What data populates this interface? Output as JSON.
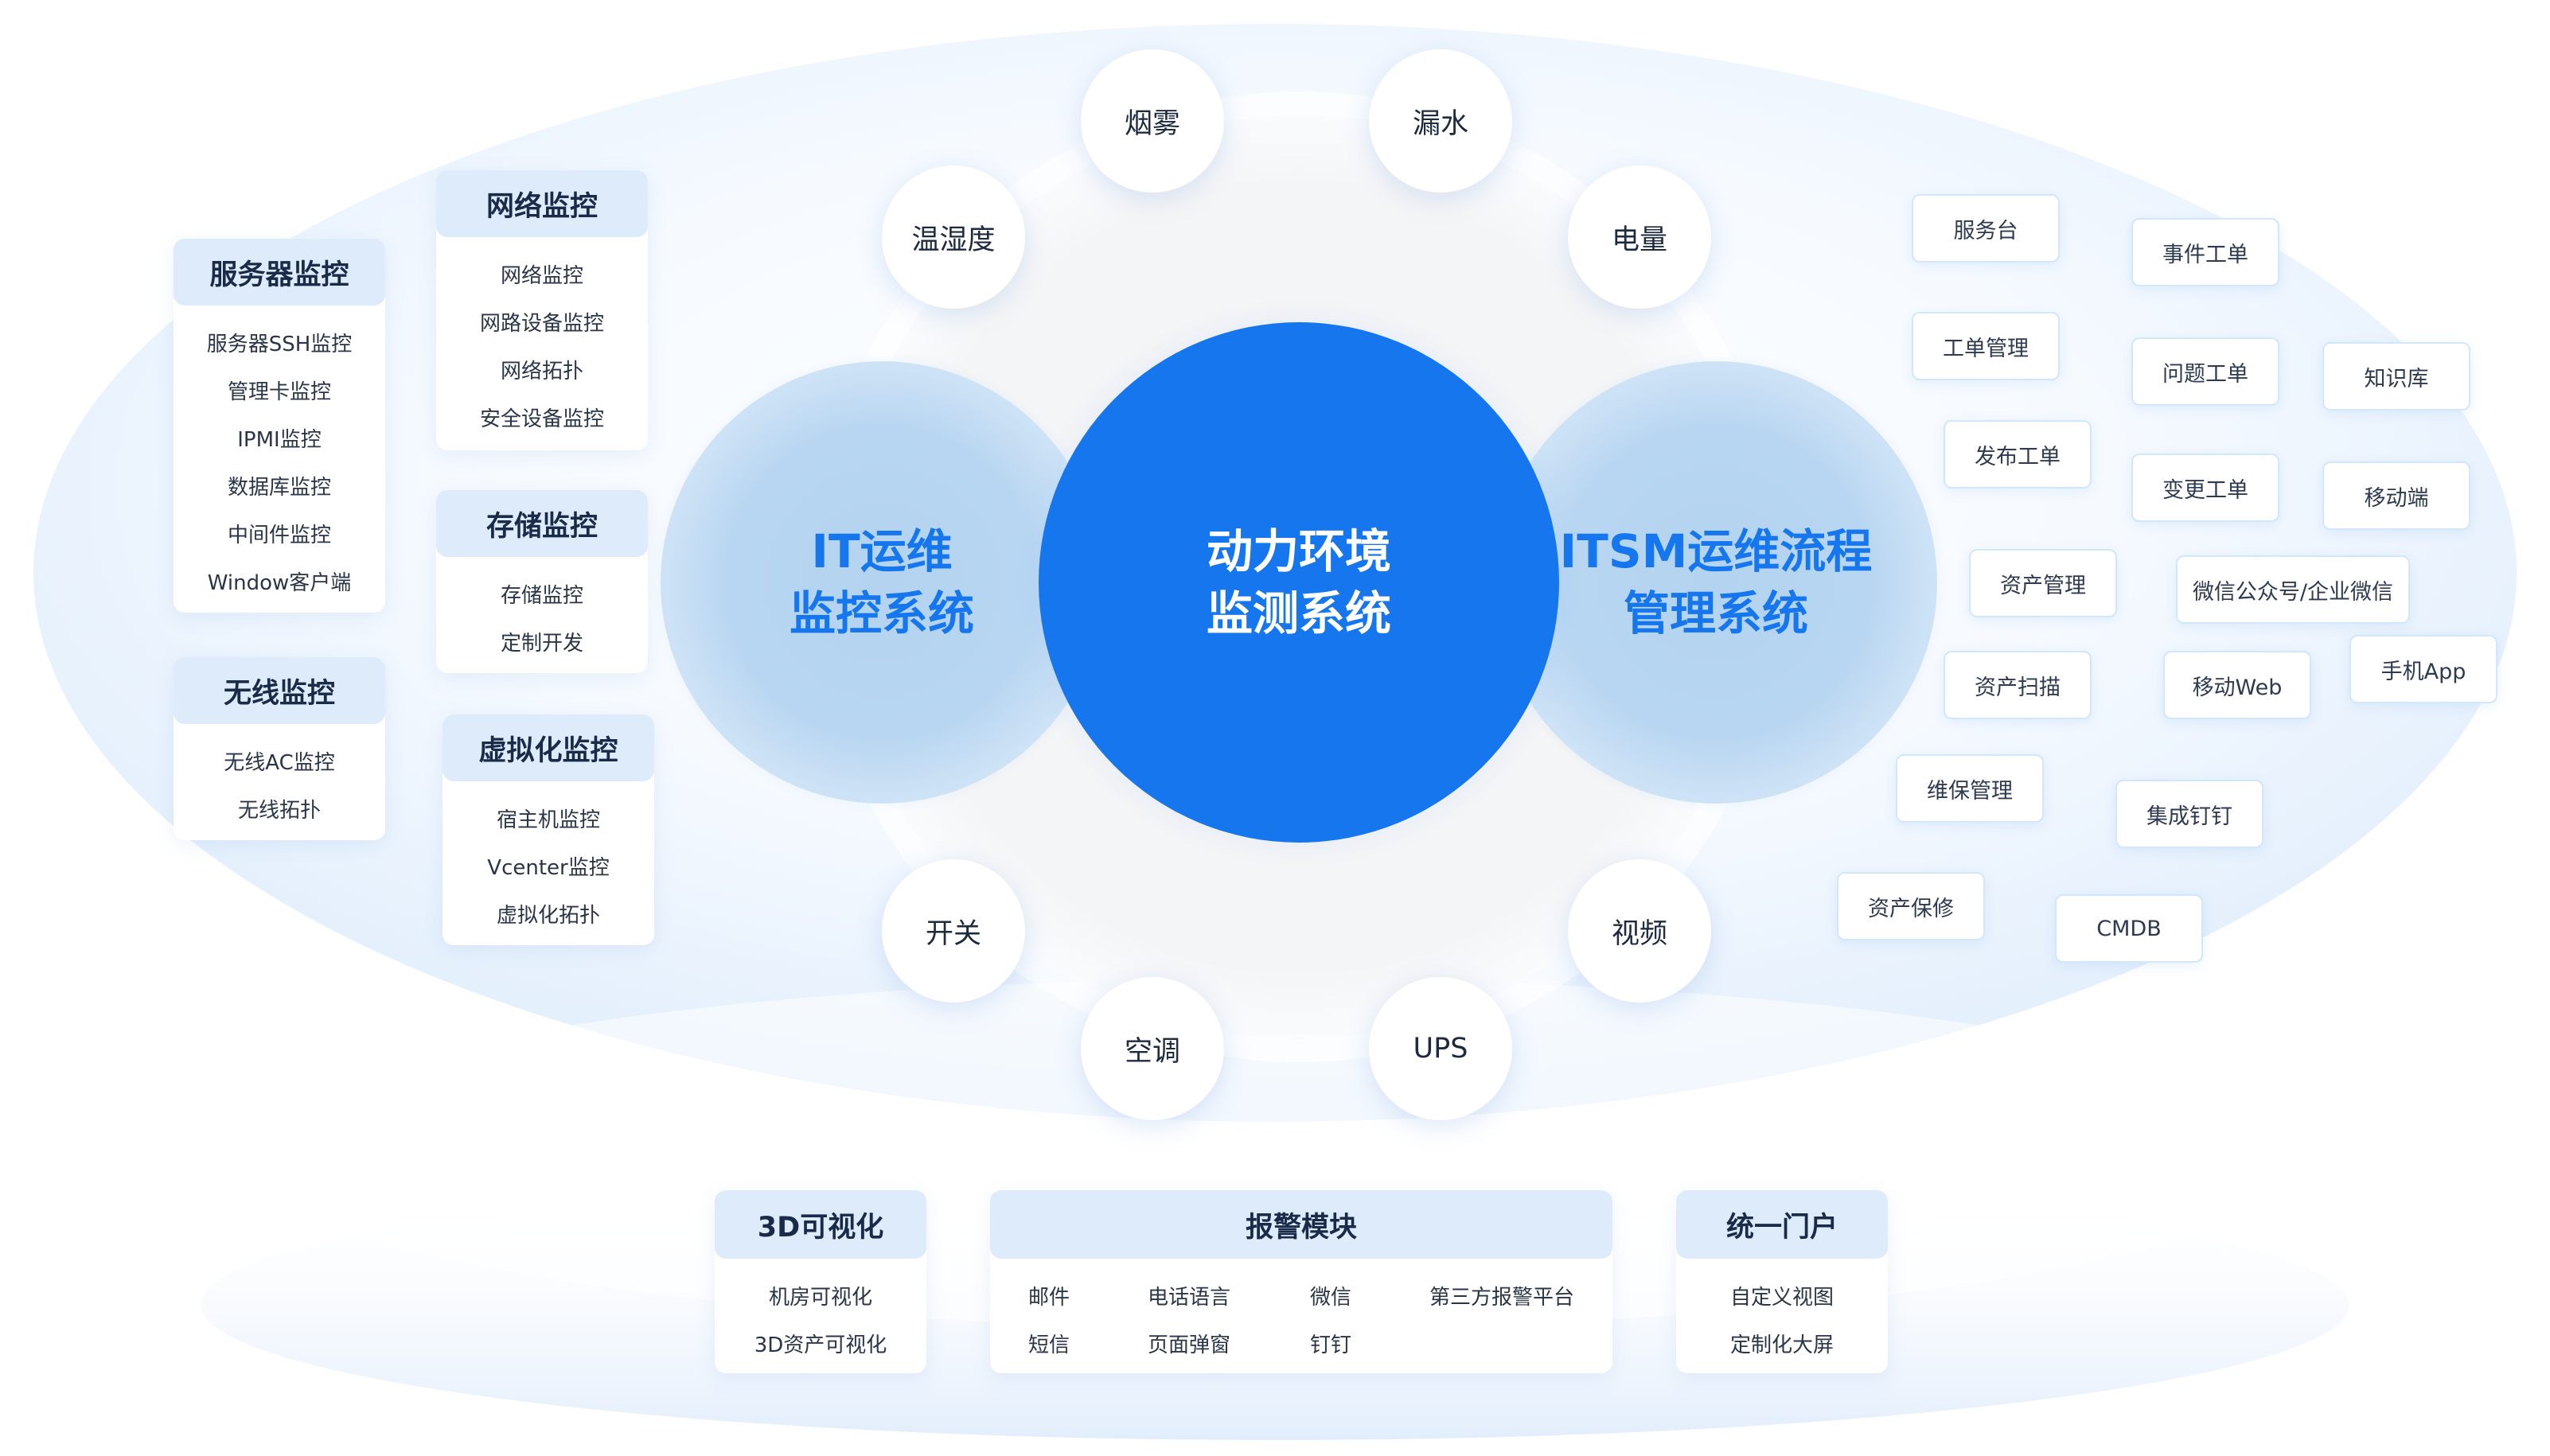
{
  "left_groups": {
    "server": {
      "title": "服务器监控",
      "items": [
        "服务器SSH监控",
        "管理卡监控",
        "IPMI监控",
        "数据库监控",
        "中间件监控",
        "Window客户端"
      ]
    },
    "wireless": {
      "title": "无线监控",
      "items": [
        "无线AC监控",
        "无线拓扑"
      ]
    },
    "network": {
      "title": "网络监控",
      "items": [
        "网络监控",
        "网路设备监控",
        "网络拓扑",
        "安全设备监控"
      ]
    },
    "storage": {
      "title": "存储监控",
      "items": [
        "存储监控",
        "定制开发"
      ]
    },
    "virtualization": {
      "title": "虚拟化监控",
      "items": [
        "宿主机监控",
        "Vcenter监控",
        "虚拟化拓扑"
      ]
    }
  },
  "core": {
    "left": {
      "line1": "IT运维",
      "line2": "监控系统"
    },
    "center": {
      "line1": "动力环境",
      "line2": "监测系统"
    },
    "right": {
      "line1": "ITSM运维流程",
      "line2": "管理系统"
    }
  },
  "sensors": [
    "烟雾",
    "漏水",
    "温湿度",
    "电量",
    "开关",
    "视频",
    "空调",
    "UPS"
  ],
  "itsm_tags": [
    "服务台",
    "事件工单",
    "工单管理",
    "问题工单",
    "知识库",
    "发布工单",
    "变更工单",
    "移动端",
    "资产管理",
    "微信公众号/企业微信",
    "资产扫描",
    "移动Web",
    "手机App",
    "维保管理",
    "集成钉钉",
    "资产保修",
    "CMDB"
  ],
  "bottom": {
    "visual3d": {
      "title": "3D可视化",
      "items": [
        "机房可视化",
        "3D资产可视化"
      ]
    },
    "alarm": {
      "title": "报警模块",
      "items": [
        "邮件",
        "电话语言",
        "微信",
        "第三方报警平台",
        "短信",
        "页面弹窗",
        "钉钉"
      ]
    },
    "portal": {
      "title": "统一门户",
      "items": [
        "自定义视图",
        "定制化大屏"
      ]
    }
  },
  "colors": {
    "primary": "#1676ee",
    "light_blue": "#b7d6f1",
    "header_bg": "#deebfb",
    "backdrop": "#eaf3fd"
  }
}
